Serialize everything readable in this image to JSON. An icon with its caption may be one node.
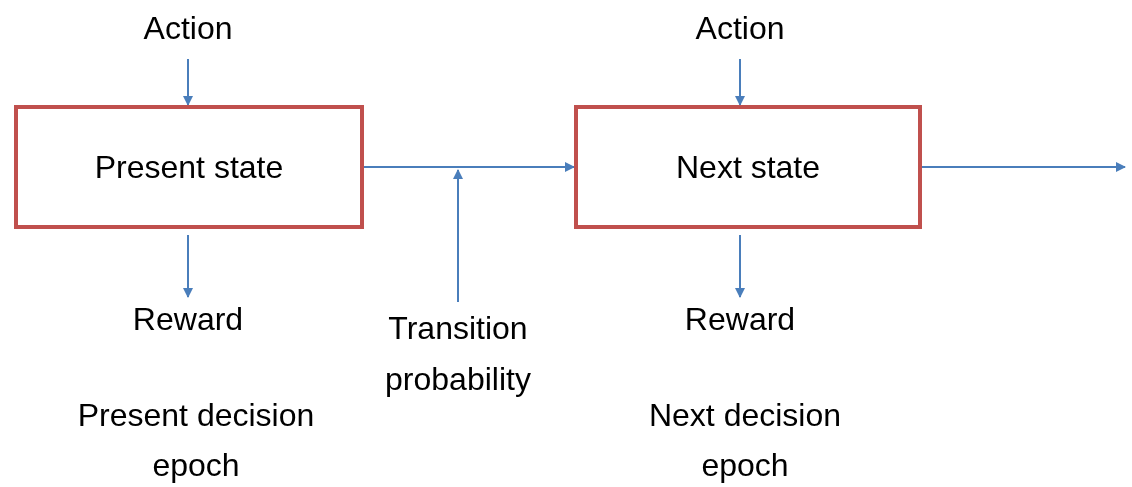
{
  "diagram": {
    "nodes": [
      {
        "text": [
          "Action"
        ]
      },
      {
        "text": [
          "Action"
        ]
      },
      {
        "text": [
          "Present state"
        ]
      },
      {
        "text": [
          "Next state"
        ]
      },
      {
        "text": [
          "Reward"
        ]
      },
      {
        "text": [
          "Transition probability"
        ]
      },
      {
        "text": [
          "Reward"
        ]
      }
    ],
    "edges": [
      {
        "from": 0,
        "to": 2,
        "arrow": "to"
      },
      {
        "from": 1,
        "to": 3,
        "arrow": "to"
      },
      {
        "from": 2,
        "to": 4,
        "arrow": "to"
      },
      {
        "from": 3,
        "to": 6,
        "arrow": "to"
      },
      {
        "from": 2,
        "to": 3,
        "arrow": "to"
      },
      {
        "from": 5,
        "to": null,
        "arrow": "to"
      },
      {
        "from": 3,
        "to": null,
        "arrow": "to"
      }
    ],
    "labels": [
      "Present decision epoch",
      "Next decision epoch"
    ]
  }
}
